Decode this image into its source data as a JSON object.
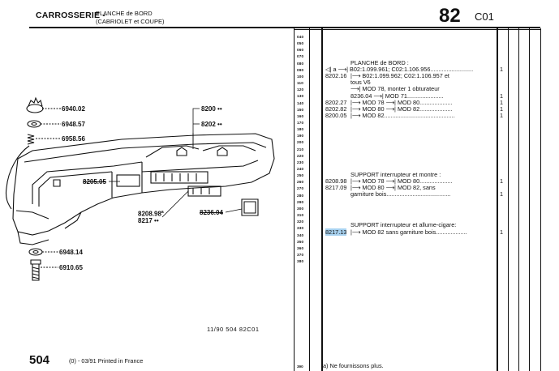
{
  "header": {
    "section": "CARROSSERIE -",
    "subtitle_line1": "PLANCHE de BORD",
    "subtitle_line2": "(CABRIOLET et COUPE)",
    "page_number": "82",
    "page_code": "C01"
  },
  "line_numbers": [
    "040",
    "050",
    "060",
    "070",
    "080",
    "090",
    "100",
    "110",
    "120",
    "130",
    "140",
    "150",
    "160",
    "170",
    "180",
    "190",
    "200",
    "210",
    "220",
    "230",
    "240",
    "250",
    "260",
    "270",
    "280",
    "290",
    "300",
    "310",
    "320",
    "330",
    "340",
    "350",
    "360",
    "370",
    "380"
  ],
  "entries": [
    {
      "ref": "",
      "text": "PLANCHE de BORD :",
      "qty": ""
    },
    {
      "ref": "",
      "text": "◁| a   ⟶| B02:1.099.961; C02:1.106.956..........................",
      "qty": "1"
    },
    {
      "ref": "8202.16",
      "text": "|⟶ B02:1.099.962; C02:1.106.957 et",
      "qty": ""
    },
    {
      "ref": "",
      "text": "tous V6",
      "qty": ""
    },
    {
      "ref": "",
      "text": "⟶| MOD 78, monter 1 obturateur",
      "qty": ""
    },
    {
      "ref": "",
      "text": "8236.04 ⟶| MOD 71......................",
      "qty": "1"
    },
    {
      "ref": "8202.27",
      "text": "|⟶ MOD 78 ⟶| MOD 80....................",
      "qty": "1"
    },
    {
      "ref": "8202.82",
      "text": "|⟶ MOD 80 ⟶| MOD 82....................",
      "qty": "1"
    },
    {
      "ref": "8200.05",
      "text": "|⟶ MOD 82...........................................",
      "qty": "1"
    },
    {
      "ref": "",
      "text": "SUPPORT interrupteur et montre :",
      "qty": ""
    },
    {
      "ref": "8208.98",
      "text": "|⟶ MOD 78 ⟶| MOD 80....................",
      "qty": "1"
    },
    {
      "ref": "8217.09",
      "text": "|⟶ MOD 80 ⟶| MOD 82, sans",
      "qty": ""
    },
    {
      "ref": "",
      "text": "garniture bois.......................................",
      "qty": "1"
    },
    {
      "ref": "",
      "text": "SUPPORT interrupteur et allume-cigare:",
      "qty": ""
    },
    {
      "ref": "8217.13",
      "text": "|⟶ MOD 82 sans garniture bois...................",
      "qty": "1"
    }
  ],
  "diagram_labels": {
    "p1": "6940.02",
    "p2": "6948.57",
    "p3": "6958.56",
    "p4": "6948.14",
    "p5": "6910.65",
    "p6": "8200",
    "p6_mark": "••",
    "p7": "8202",
    "p7_mark": "••",
    "p8": "8205.05",
    "p9": "8208.98",
    "p9_mark": "a",
    "p10": "8217",
    "p10_mark": "••",
    "p11": "8236.04"
  },
  "footer": {
    "code": "11/90 504 82C01",
    "model": "504",
    "model_suffix": "(0) - 03/91 Printed in France",
    "note": "a) Ne fournissons plus.",
    "line_390": "390"
  }
}
